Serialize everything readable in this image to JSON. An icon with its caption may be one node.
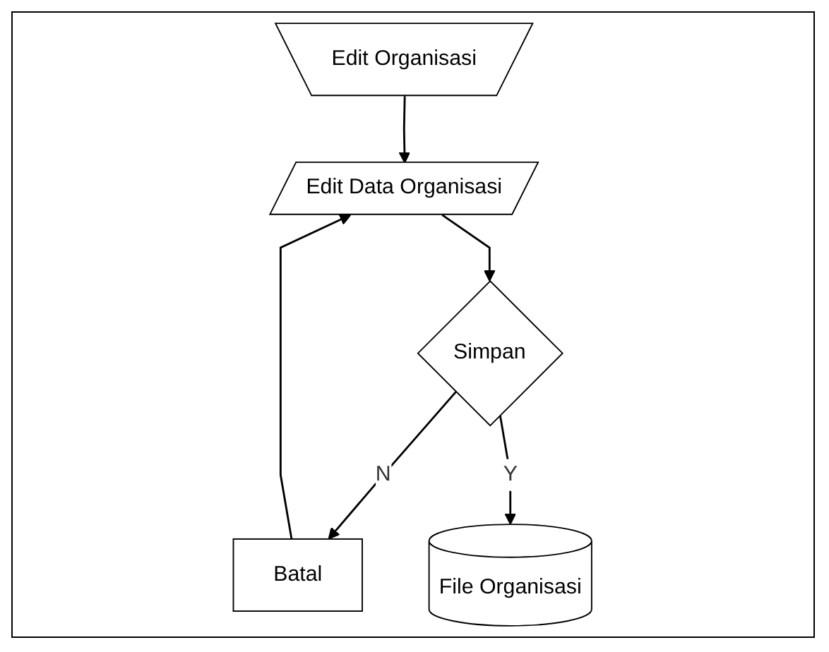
{
  "diagram": {
    "nodes": [
      {
        "text": [
          "Edit Organisasi"
        ]
      },
      {
        "text": [
          "Edit Data Organisasi"
        ]
      },
      {
        "text": [
          "Simpan"
        ]
      },
      {
        "text": [
          "Batal"
        ]
      },
      {
        "text": [
          "File Organisasi"
        ]
      }
    ],
    "edges": [
      {
        "from": 0,
        "to": 1,
        "arrow": "to"
      },
      {
        "from": 1,
        "to": 2,
        "arrow": "to"
      },
      {
        "from": 2,
        "to": 3,
        "arrow": "to",
        "label": "N"
      },
      {
        "from": 3,
        "to": 1,
        "arrow": "to"
      },
      {
        "from": 2,
        "to": 4,
        "arrow": "to",
        "label": "Y"
      }
    ]
  }
}
